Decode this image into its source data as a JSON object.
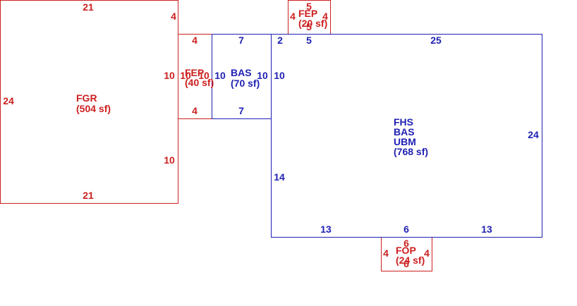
{
  "colors": {
    "red": "#cc1f1f",
    "blue": "#1f1fb4"
  },
  "areas": {
    "fgr": {
      "lines": [
        "FGR",
        "(504 sf)"
      ]
    },
    "fep_mid": {
      "lines": [
        "FEP",
        "(40 sf)"
      ]
    },
    "bas_small": {
      "lines": [
        "BAS",
        "(70 sf)"
      ]
    },
    "fep_top": {
      "lines": [
        "FEP",
        "(20 sf)"
      ]
    },
    "main": {
      "lines": [
        "FHS",
        "BAS",
        "UBM",
        "(768 sf)"
      ]
    },
    "fop": {
      "lines": [
        "FOP",
        "(24 sf)"
      ]
    }
  },
  "dimensions": {
    "fgr": {
      "top": "21",
      "bottom": "21",
      "left": "24",
      "right_upper": "4",
      "right_mid": "10",
      "right_lower": "10"
    },
    "fep_mid": {
      "top": "4",
      "bottom": "4",
      "left": "10",
      "right": "10"
    },
    "bas_small": {
      "top": "7",
      "bottom": "7",
      "left": "10",
      "right": "10"
    },
    "fep_top": {
      "top": "5",
      "bottom": "5",
      "left": "4",
      "right": "4"
    },
    "main": {
      "top_left": "2",
      "top_a": "5",
      "top_b": "25",
      "left_upper": "10",
      "left_lower": "14",
      "right": "24",
      "bottom_a": "13",
      "bottom_b": "6",
      "bottom_c": "13"
    },
    "fop": {
      "top": "6",
      "bottom": "6",
      "left": "4",
      "right": "4"
    }
  }
}
